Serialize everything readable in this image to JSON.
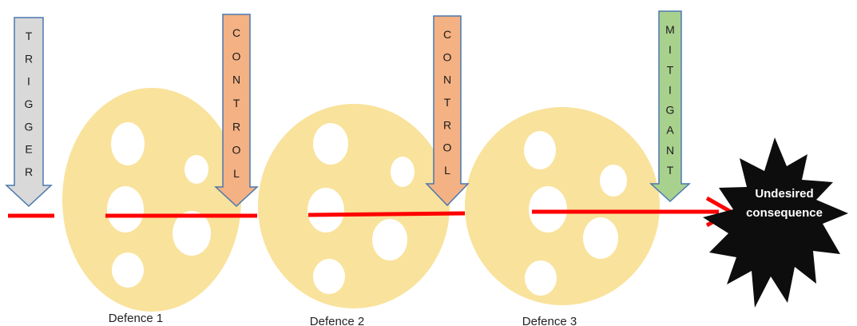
{
  "colors": {
    "background": "#ffffff",
    "disc_fill": "#f9e29b",
    "hole_fill": "#ffffff",
    "hazard_line": "#ff0000",
    "trigger_arrow": "#d9d9d9",
    "control_arrow": "#f4b183",
    "mitigant_arrow": "#a9d18e",
    "arrow_outline": "#4a78b0",
    "consequence_fill": "#0d0d0d",
    "consequence_text": "#ffffff",
    "label_text": "#222222"
  },
  "arrows": [
    {
      "kind": "trigger",
      "letters": [
        "T",
        "R",
        "I",
        "G",
        "G",
        "E",
        "R"
      ],
      "icon": "down-arrow"
    },
    {
      "kind": "control",
      "letters": [
        "C",
        "O",
        "N",
        "T",
        "R",
        "O",
        "L"
      ],
      "icon": "down-arrow"
    },
    {
      "kind": "control",
      "letters": [
        "C",
        "O",
        "N",
        "T",
        "R",
        "O",
        "L"
      ],
      "icon": "down-arrow"
    },
    {
      "kind": "mitigant",
      "letters": [
        "M",
        "I",
        "T",
        "I",
        "G",
        "A",
        "N",
        "T"
      ],
      "icon": "down-arrow"
    }
  ],
  "defences": [
    {
      "label": "Defence 1"
    },
    {
      "label": "Defence 2"
    },
    {
      "label": "Defence 3"
    }
  ],
  "consequence": {
    "lines": [
      "Undesired",
      "consequence"
    ],
    "icon": "explosion-starburst"
  }
}
